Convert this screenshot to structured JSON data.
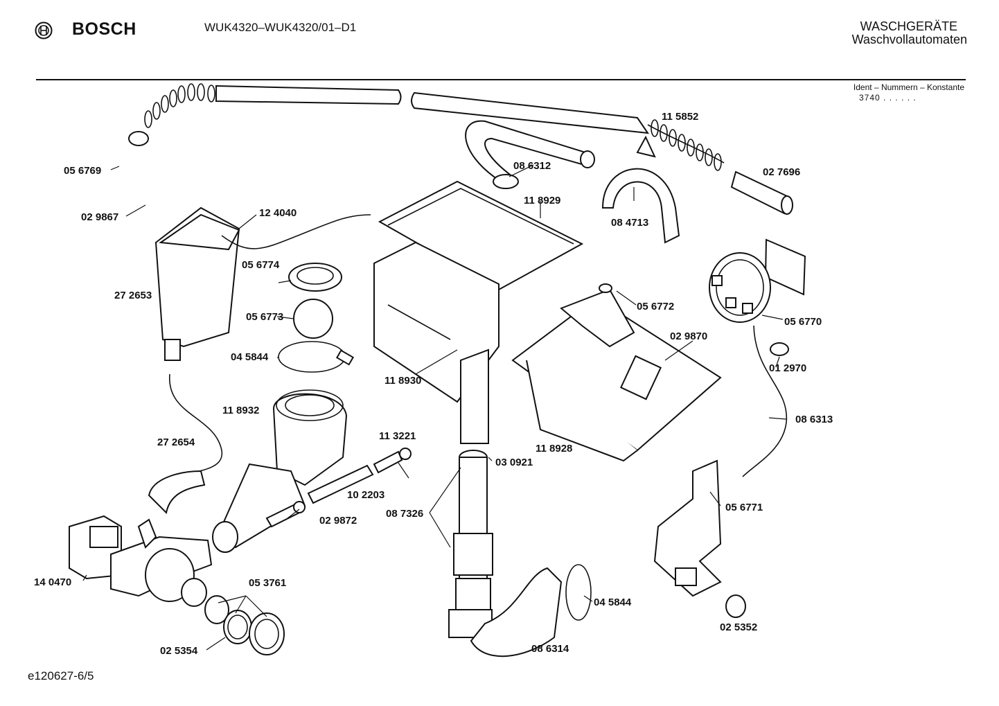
{
  "header": {
    "brand": "BOSCH",
    "model": "WUK4320–WUK4320/01–D1",
    "category": "WASCHGERÄTE",
    "subcategory": "Waschvollautomaten",
    "ident_label": "Ident – Nummern – Konstante",
    "ident_value": "3740 . . . . . ."
  },
  "footer": {
    "doc_ref": "e120627-6/5"
  },
  "parts": [
    {
      "id": "p1",
      "label": "11 5852"
    },
    {
      "id": "p2",
      "label": "05 6769"
    },
    {
      "id": "p3",
      "label": "08 6312"
    },
    {
      "id": "p4",
      "label": "02 7696"
    },
    {
      "id": "p5",
      "label": "11 8929"
    },
    {
      "id": "p6",
      "label": "02 9867"
    },
    {
      "id": "p7",
      "label": "12 4040"
    },
    {
      "id": "p8",
      "label": "08 4713"
    },
    {
      "id": "p9",
      "label": "05 6774"
    },
    {
      "id": "p10",
      "label": "27 2653"
    },
    {
      "id": "p11",
      "label": "05 6772"
    },
    {
      "id": "p12",
      "label": "05 6773"
    },
    {
      "id": "p13",
      "label": "05 6770"
    },
    {
      "id": "p14",
      "label": "02 9870"
    },
    {
      "id": "p15",
      "label": "04 5844"
    },
    {
      "id": "p16",
      "label": "01 2970"
    },
    {
      "id": "p17",
      "label": "11 8930"
    },
    {
      "id": "p18",
      "label": "11 8932"
    },
    {
      "id": "p19",
      "label": "08 6313"
    },
    {
      "id": "p20",
      "label": "11 3221"
    },
    {
      "id": "p21",
      "label": "27 2654"
    },
    {
      "id": "p22",
      "label": "11 8928"
    },
    {
      "id": "p23",
      "label": "03 0921"
    },
    {
      "id": "p24",
      "label": "10 2203"
    },
    {
      "id": "p25",
      "label": "08 7326"
    },
    {
      "id": "p26",
      "label": "05 6771"
    },
    {
      "id": "p27",
      "label": "02 9872"
    },
    {
      "id": "p28",
      "label": "14 0470"
    },
    {
      "id": "p29",
      "label": "05 3761"
    },
    {
      "id": "p30",
      "label": "04 5844"
    },
    {
      "id": "p31",
      "label": "02 5352"
    },
    {
      "id": "p32",
      "label": "02 5354"
    },
    {
      "id": "p33",
      "label": "08 6314"
    }
  ]
}
